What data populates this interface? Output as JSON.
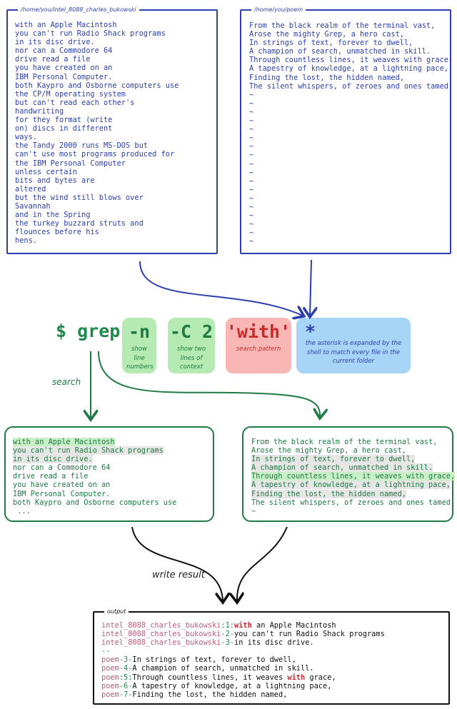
{
  "left_file": {
    "title": "/home/you/intel_8088_charles_bukowski",
    "lines": [
      "with an Apple Macintosh",
      "you can't run Radio Shack programs",
      "in its disc drive.",
      "nor can a Commodore 64",
      "drive read a file",
      "you have created on an",
      "IBM Personal Computer.",
      "both Kaypro and Osborne computers use",
      "the CP/M operating system",
      "but can't read each other's",
      "handwriting",
      "for they format (write",
      "on) discs in different",
      "ways.",
      "the Tandy 2000 runs MS-DOS but",
      "can't use most programs produced for",
      "the IBM Personal Computer",
      "unless certain",
      "bits and bytes are",
      "altered",
      "but the wind still blows over",
      "Savannah",
      "and in the Spring",
      "the turkey buzzard struts and",
      "flounces before his",
      "hens."
    ]
  },
  "right_file": {
    "title": "/home/you/poem",
    "lines": [
      "From the black realm of the terminal vast,",
      "Arose the mighty Grep, a hero cast,",
      "In strings of text, forever to dwell,",
      "A champion of search, unmatched in skill.",
      "Through countless lines, it weaves with grace,",
      "A tapestry of knowledge, at a lightning pace,",
      "Finding the lost, the hidden named,",
      "The silent whispers, of zeroes and ones tamed.",
      "~",
      "~",
      "~",
      "~",
      "~",
      "~",
      "~",
      "~",
      "~",
      "~",
      "~",
      "~",
      "~",
      "~",
      "~",
      "~",
      "~",
      "~"
    ]
  },
  "command": {
    "prompt": "$ grep",
    "parts": [
      {
        "flag": "-n",
        "note": "show line numbers",
        "color": "#b5ebb3"
      },
      {
        "flag": "-C 2",
        "note": "show two lines of context",
        "color": "#b5ebb3"
      },
      {
        "flag": "'with'",
        "note": "search pattern",
        "color": "#f8b7b5"
      },
      {
        "flag": "*",
        "note": "the asterisk is expanded by the shell to match every file in the current folder",
        "color": "#a7d5f7"
      }
    ]
  },
  "labels": {
    "search": "search",
    "write_result": "write result"
  },
  "left_result": {
    "lines": [
      {
        "text": "with an Apple Macintosh",
        "hl": "match-line"
      },
      {
        "text": "you can't run Radio Shack programs",
        "hl": "context"
      },
      {
        "text": "in its disc drive.",
        "hl": "context"
      },
      {
        "text": "nor can a Commodore 64",
        "hl": "none"
      },
      {
        "text": "drive read a file",
        "hl": "none"
      },
      {
        "text": "you have created on an",
        "hl": "none"
      },
      {
        "text": "IBM Personal Computer.",
        "hl": "none"
      },
      {
        "text": "both Kaypro and Osborne computers use",
        "hl": "none"
      },
      {
        "text": " ...",
        "hl": "none"
      }
    ]
  },
  "right_result": {
    "lines": [
      {
        "text": "From the black realm of the terminal vast,",
        "hl": "none"
      },
      {
        "text": "Arose the mighty Grep, a hero cast,",
        "hl": "none"
      },
      {
        "text": "In strings of text, forever to dwell,",
        "hl": "context"
      },
      {
        "text": "A champion of search, unmatched in skill.",
        "hl": "context"
      },
      {
        "text": "Through countless lines, it weaves with grace,",
        "hl": "match-line"
      },
      {
        "text": "A tapestry of knowledge, at a lightning pace,",
        "hl": "context"
      },
      {
        "text": "Finding the lost, the hidden named,",
        "hl": "context"
      },
      {
        "text": "The silent whispers, of zeroes and ones tamed.",
        "hl": "none"
      },
      {
        "text": "~",
        "hl": "none"
      }
    ]
  },
  "output": {
    "title": "output",
    "lines": [
      {
        "file": "intel_8088_charles_bukowski",
        "sep": ":",
        "num": "1",
        "sep2": ":",
        "pre": "",
        "match": "with",
        "post": " an Apple Macintosh"
      },
      {
        "file": "intel_8088_charles_bukowski",
        "sep": "-",
        "num": "2",
        "sep2": "-",
        "pre": "you can't run Radio Shack programs",
        "match": "",
        "post": ""
      },
      {
        "file": "intel_8088_charles_bukowski",
        "sep": "-",
        "num": "3",
        "sep2": "-",
        "pre": "in its disc drive.",
        "match": "",
        "post": ""
      },
      {
        "divider": "--"
      },
      {
        "file": "poem",
        "sep": "-",
        "num": "3",
        "sep2": "-",
        "pre": "In strings of text, forever to dwell,",
        "match": "",
        "post": ""
      },
      {
        "file": "poem",
        "sep": "-",
        "num": "4",
        "sep2": "-",
        "pre": "A champion of search, unmatched in skill.",
        "match": "",
        "post": ""
      },
      {
        "file": "poem",
        "sep": ":",
        "num": "5",
        "sep2": ":",
        "pre": "Through countless lines, it weaves ",
        "match": "with",
        "post": " grace,"
      },
      {
        "file": "poem",
        "sep": "-",
        "num": "6",
        "sep2": "-",
        "pre": "A tapestry of knowledge, at a lightning pace,",
        "match": "",
        "post": ""
      },
      {
        "file": "poem",
        "sep": "-",
        "num": "7",
        "sep2": "-",
        "pre": "Finding the lost, the hidden named,",
        "match": "",
        "post": ""
      }
    ]
  },
  "colors": {
    "file_blue": "#2c3fae",
    "result_green": "#1f7a45",
    "match_red": "#d0202a",
    "filename_pink": "#c05a78"
  }
}
